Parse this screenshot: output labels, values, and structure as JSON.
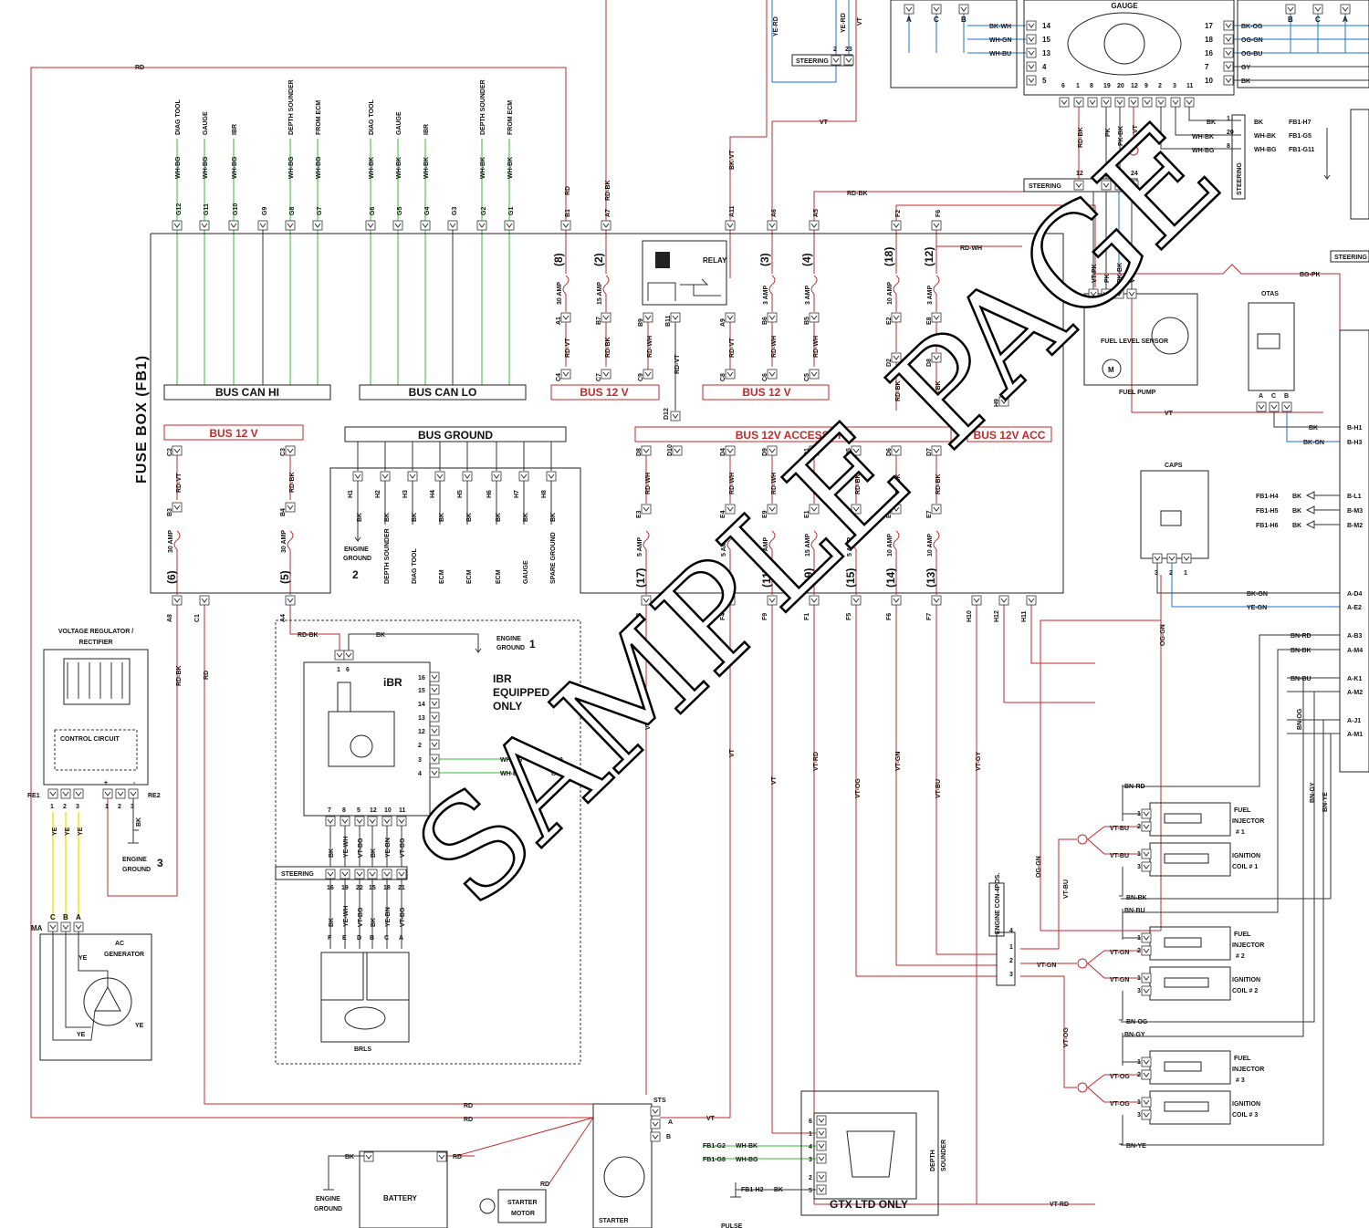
{
  "fuse_box": {
    "title": "FUSE BOX (FB1)",
    "bus_can_hi": "BUS CAN HI",
    "bus_can_lo": "BUS CAN LO",
    "bus_12v": "BUS 12 V",
    "bus_ground": "BUS GROUND",
    "bus_12v_accessory": "BUS 12V ACCESSORY",
    "bus_12v_acc": "BUS 12V ACC",
    "relay": "RELAY",
    "can_hi_labels": [
      "DIAG TOOL",
      "GAUGE",
      "IBR",
      "DEPTH SOUNDER",
      "FROM ECM"
    ],
    "can_hi_pins": [
      "G12",
      "G11",
      "G10",
      "G9",
      "G8",
      "G7"
    ],
    "can_hi_wires": [
      "WH-BG",
      "WH-BG",
      "WH-BG",
      "WH-BG",
      "WH-BG"
    ],
    "can_lo_labels": [
      "DIAG TOOL",
      "GAUGE",
      "IBR",
      "DEPTH SOUNDER",
      "FROM ECM"
    ],
    "can_lo_pins": [
      "G6",
      "G5",
      "G4",
      "G3",
      "G2",
      "G1"
    ],
    "can_lo_wires": [
      "WH-BK",
      "WH-BK",
      "WH-BK",
      "WH-BK",
      "WH-BK"
    ],
    "top_pins": [
      "B1",
      "A7",
      "A11",
      "A6",
      "A5",
      "F2",
      "F6"
    ],
    "top_wires": [
      "RD",
      "RD-BK",
      "BK-VT",
      "VT",
      "RD-BK",
      "RD-WH"
    ],
    "fuses_top": [
      {
        "num": "(8)",
        "amp": "30 AMP",
        "in": "A1",
        "out": "C4",
        "wire": "RD-VT"
      },
      {
        "num": "(2)",
        "amp": "15 AMP",
        "in": "B7",
        "out": "C7",
        "wire": "RD-BK"
      },
      {
        "num": "(3)",
        "amp": "3 AMP",
        "in": "B6",
        "out": "C6",
        "wire": "RD-WH"
      },
      {
        "num": "(4)",
        "amp": "3 AMP",
        "in": "B5",
        "out": "C5",
        "wire": "RD-WH"
      },
      {
        "num": "(18)",
        "amp": "10 AMP",
        "in": "E2",
        "out": "D2",
        "wire": "RD-BK"
      },
      {
        "num": "(12)",
        "amp": "3 AMP",
        "in": "E8",
        "out": "D8",
        "wire": "RD-BK"
      }
    ],
    "relay_pins": [
      "B9",
      "B11",
      "A9",
      "C9",
      "C8"
    ],
    "relay_wires": [
      "RD-WH",
      "RD-VT",
      "RD-VT"
    ],
    "d12": "D12",
    "h9": "H9",
    "fuses_left": [
      {
        "num": "(6)",
        "amp": "30 AMP",
        "in": "C2",
        "mid": "B3",
        "out": "A8",
        "wire": "RD-VT"
      },
      {
        "num": "(5)",
        "amp": "30 AMP",
        "in": "C3",
        "mid": "B4",
        "out": "A4",
        "wire": "RD-BK"
      }
    ],
    "c1": "C1",
    "ground_pins": [
      "H1",
      "H2",
      "H3",
      "H4",
      "H5",
      "H6",
      "H7",
      "H8"
    ],
    "ground_wires": [
      "BK",
      "BK",
      "BK",
      "BK",
      "BK",
      "BK",
      "BK",
      "BK"
    ],
    "ground_labels": [
      "ENGINE GROUND",
      "DEPTH SOUNDER",
      "DIAG TOOL",
      "ECM",
      "ECM",
      "ECM",
      "GAUGE",
      "SPARE GROUND"
    ],
    "engine_ground_2": "2",
    "fuses_bottom": [
      {
        "num": "(17)",
        "amp": "5 AMP",
        "in": "D8",
        "mid": "E3",
        "out": "F3",
        "wire": "RD-WH"
      },
      {
        "num": "(1)",
        "amp": "5 AMP",
        "in": "D4",
        "mid": "E4",
        "out": "F4",
        "wire": "RD-WH"
      },
      {
        "num": "(11)",
        "amp": "3 AMP",
        "in": "D9",
        "mid": "E9",
        "out": "F9",
        "wire": "RD-WH"
      },
      {
        "num": "(19)",
        "amp": "15 AMP",
        "in": "D1",
        "mid": "E1",
        "out": "F1",
        "wire": "RD-BK"
      },
      {
        "num": "(15)",
        "amp": "5 AMP",
        "in": "D5",
        "mid": "E5",
        "out": "F5",
        "wire": "RD-BK"
      },
      {
        "num": "(14)",
        "amp": "10 AMP",
        "in": "D6",
        "mid": "E6",
        "out": "F6",
        "wire": "RD-BK"
      },
      {
        "num": "(13)",
        "amp": "10 AMP",
        "in": "D7",
        "mid": "E7",
        "out": "F7",
        "wire": "RD-BK"
      }
    ],
    "d10": "D10",
    "h_pins": [
      "H10",
      "H12",
      "H11"
    ],
    "bottom_wires": [
      "VT",
      "VT",
      "VT",
      "VT-RD",
      "VT-OG",
      "VT-GN",
      "VT-BU",
      "VT-GY"
    ]
  },
  "gauge": {
    "title": "GAUGE",
    "left_pins": [
      "14",
      "15",
      "13",
      "4",
      "5"
    ],
    "left_wires": [
      "BK-WH",
      "WH-GN",
      "WH-BU"
    ],
    "right_pins": [
      "17",
      "18",
      "16",
      "7",
      "10"
    ],
    "right_wires": [
      "BK-OG",
      "OG-GN",
      "OG-BU",
      "GY",
      "BK"
    ],
    "bottom_pins": [
      "6",
      "1",
      "8",
      "19",
      "20",
      "12",
      "9",
      "2",
      "3",
      "11"
    ],
    "bottom_wires": [
      "RD-BK",
      "PK",
      "PK-BK",
      "VT"
    ],
    "left_conn": [
      "A",
      "C",
      "B"
    ],
    "right_conn": [
      "B",
      "C",
      "A"
    ],
    "out_wires": [
      "BK",
      "WH-BK",
      "WH-BG"
    ],
    "out_pins": [
      "1",
      "20",
      "8"
    ],
    "fb_refs": [
      "FB1-H7",
      "FB1-G5",
      "FB1-G11"
    ]
  },
  "steering": {
    "label": "STEERING",
    "top_pins": [
      "2",
      "23"
    ],
    "top_wires": [
      "YE-RD",
      "YE-RD",
      "VT"
    ],
    "mid_pins": [
      "12",
      "5",
      "17",
      "24"
    ],
    "ibr_pins": [
      "16",
      "19",
      "22",
      "15",
      "18",
      "21"
    ]
  },
  "fuel_pump": {
    "label": "FUEL PUMP",
    "sensor": "FUEL LEVEL SENSOR",
    "motor": "M",
    "wires": [
      "VT-PK",
      "PK",
      "PK-BK",
      "VT"
    ],
    "bg_pk": "BG-PK"
  },
  "otas": {
    "label": "OTAS",
    "pins": [
      "A",
      "C",
      "B"
    ],
    "wires": [
      "BK",
      "BK-GN"
    ],
    "conns": [
      "B-H1",
      "B-H3"
    ]
  },
  "caps": {
    "label": "CAPS",
    "pins": [
      "3",
      "2",
      "1"
    ],
    "wires": [
      "BK-GN",
      "YE-GN"
    ],
    "conns": [
      "A-D4",
      "A-E2"
    ],
    "fb_refs": [
      {
        "ref": "FB1-H4",
        "wire": "BK",
        "conn": "B-L1"
      },
      {
        "ref": "FB1-H5",
        "wire": "BK",
        "conn": "B-M3"
      },
      {
        "ref": "FB1-H6",
        "wire": "BK",
        "conn": "B-M2"
      }
    ]
  },
  "ecm_conns": [
    {
      "wire": "BN-RD",
      "conn": "A-B3"
    },
    {
      "wire": "BN-BK",
      "conn": "A-M4"
    },
    {
      "wire": "BN-BU",
      "conn": "A-K1"
    },
    {
      "wire": "",
      "conn": "A-M2"
    },
    {
      "wire": "",
      "conn": "A-J1"
    },
    {
      "wire": "",
      "conn": "A-M1"
    }
  ],
  "ecm_side_wires": [
    "BN-OG",
    "BN-GY",
    "BN-YE",
    "OG-GN"
  ],
  "injectors": [
    {
      "inj": "FUEL INJECTOR # 1",
      "coil": "IGNITION COIL # 1",
      "w1": "BN-RD",
      "w2": "VT-BU",
      "w3": "VT-BU",
      "w4": "BN-BK"
    },
    {
      "inj": "FUEL INJECTOR # 2",
      "coil": "IGNITION COIL # 2",
      "w1": "BN-BU",
      "w2": "VT-GN",
      "w3": "VT-GN",
      "w4": "BN-OG"
    },
    {
      "inj": "FUEL INJECTOR # 3",
      "coil": "IGNITION COIL # 3",
      "w1": "BN-GY",
      "w2": "VT-OG",
      "w3": "VT-OG",
      "w4": "BN-YE"
    }
  ],
  "engine_conn": {
    "label": "ENGINE CON-4POS.",
    "pins": [
      "4",
      "1",
      "2",
      "3"
    ],
    "wires": [
      "OG-GN",
      "VT-BU",
      "VT-GN",
      "VT-OG"
    ]
  },
  "regulator": {
    "title": "VOLTAGE REGULATOR / RECTIFIER",
    "control": "CONTROL CIRCUIT",
    "re1": "RE1",
    "re2": "RE2",
    "pins_left": [
      "1",
      "2",
      "3"
    ],
    "pins_right": [
      "1",
      "2",
      "3"
    ],
    "signs": [
      "+",
      "-"
    ],
    "ye": [
      "YE",
      "YE",
      "YE"
    ],
    "bk": "BK",
    "engine_ground_3": "ENGINE GROUND",
    "num3": "3",
    "rd_bk": "RD-BK",
    "rd": "RD"
  },
  "generator": {
    "label": "AC GENERATOR",
    "ma": "MA",
    "pins": [
      "C",
      "B",
      "A"
    ],
    "ye": [
      "YE",
      "YE",
      "YE"
    ]
  },
  "ibr": {
    "title": "iBR",
    "equipped": "IBR EQUIPPED ONLY",
    "engine_ground": "ENGINE GROUND",
    "num1": "1",
    "rd_bk": "RD-BK",
    "bk": "BK",
    "top_pins": [
      "1",
      "6"
    ],
    "right_pins": [
      "16",
      "15",
      "14",
      "13",
      "12",
      "2",
      "3",
      "4"
    ],
    "can_wires": [
      {
        "wire": "WH-BG",
        "ref": "FB1-G10"
      },
      {
        "wire": "WH-BK",
        "ref": "G4"
      }
    ],
    "bottom_pins": [
      "7",
      "8",
      "5",
      "12",
      "10",
      "11"
    ],
    "bottom_wires": [
      "BK",
      "YE-WH",
      "VT-BG",
      "BK",
      "YE-BN",
      "VT-BG"
    ],
    "brls_pins": [
      "F",
      "E",
      "D",
      "B",
      "C",
      "A"
    ],
    "brls": "BRLS"
  },
  "bottom": {
    "rd": "RD",
    "vt": "VT",
    "sts": "STS",
    "a": "A",
    "b": "B",
    "battery": "BATTERY",
    "bk": "BK",
    "engine_ground": "ENGINE GROUND",
    "starter_motor": "STARTER MOTOR",
    "starter_solenoid": "STARTER SOLENOID",
    "depth_refs": [
      {
        "ref": "FB1-G2",
        "wire": "WH-BK"
      },
      {
        "ref": "FB1-G8",
        "wire": "WH-BG"
      },
      {
        "ref": "FB1-H2",
        "wire": "BK"
      }
    ],
    "depth_pins": [
      "6",
      "1",
      "4",
      "3",
      "2",
      "5"
    ],
    "depth_sounder": "DEPTH SOUNDER",
    "gtx": "GTX LTD ONLY",
    "vt_rd": "VT-RD",
    "pulse": "PULSE"
  },
  "watermark": "SAMPLE PAGE",
  "colors": {
    "red_wire": "#c62828",
    "green_wire": "#2fbf2f",
    "blue_wire": "#1e6fd9",
    "yellow_wire": "#e8e800"
  }
}
